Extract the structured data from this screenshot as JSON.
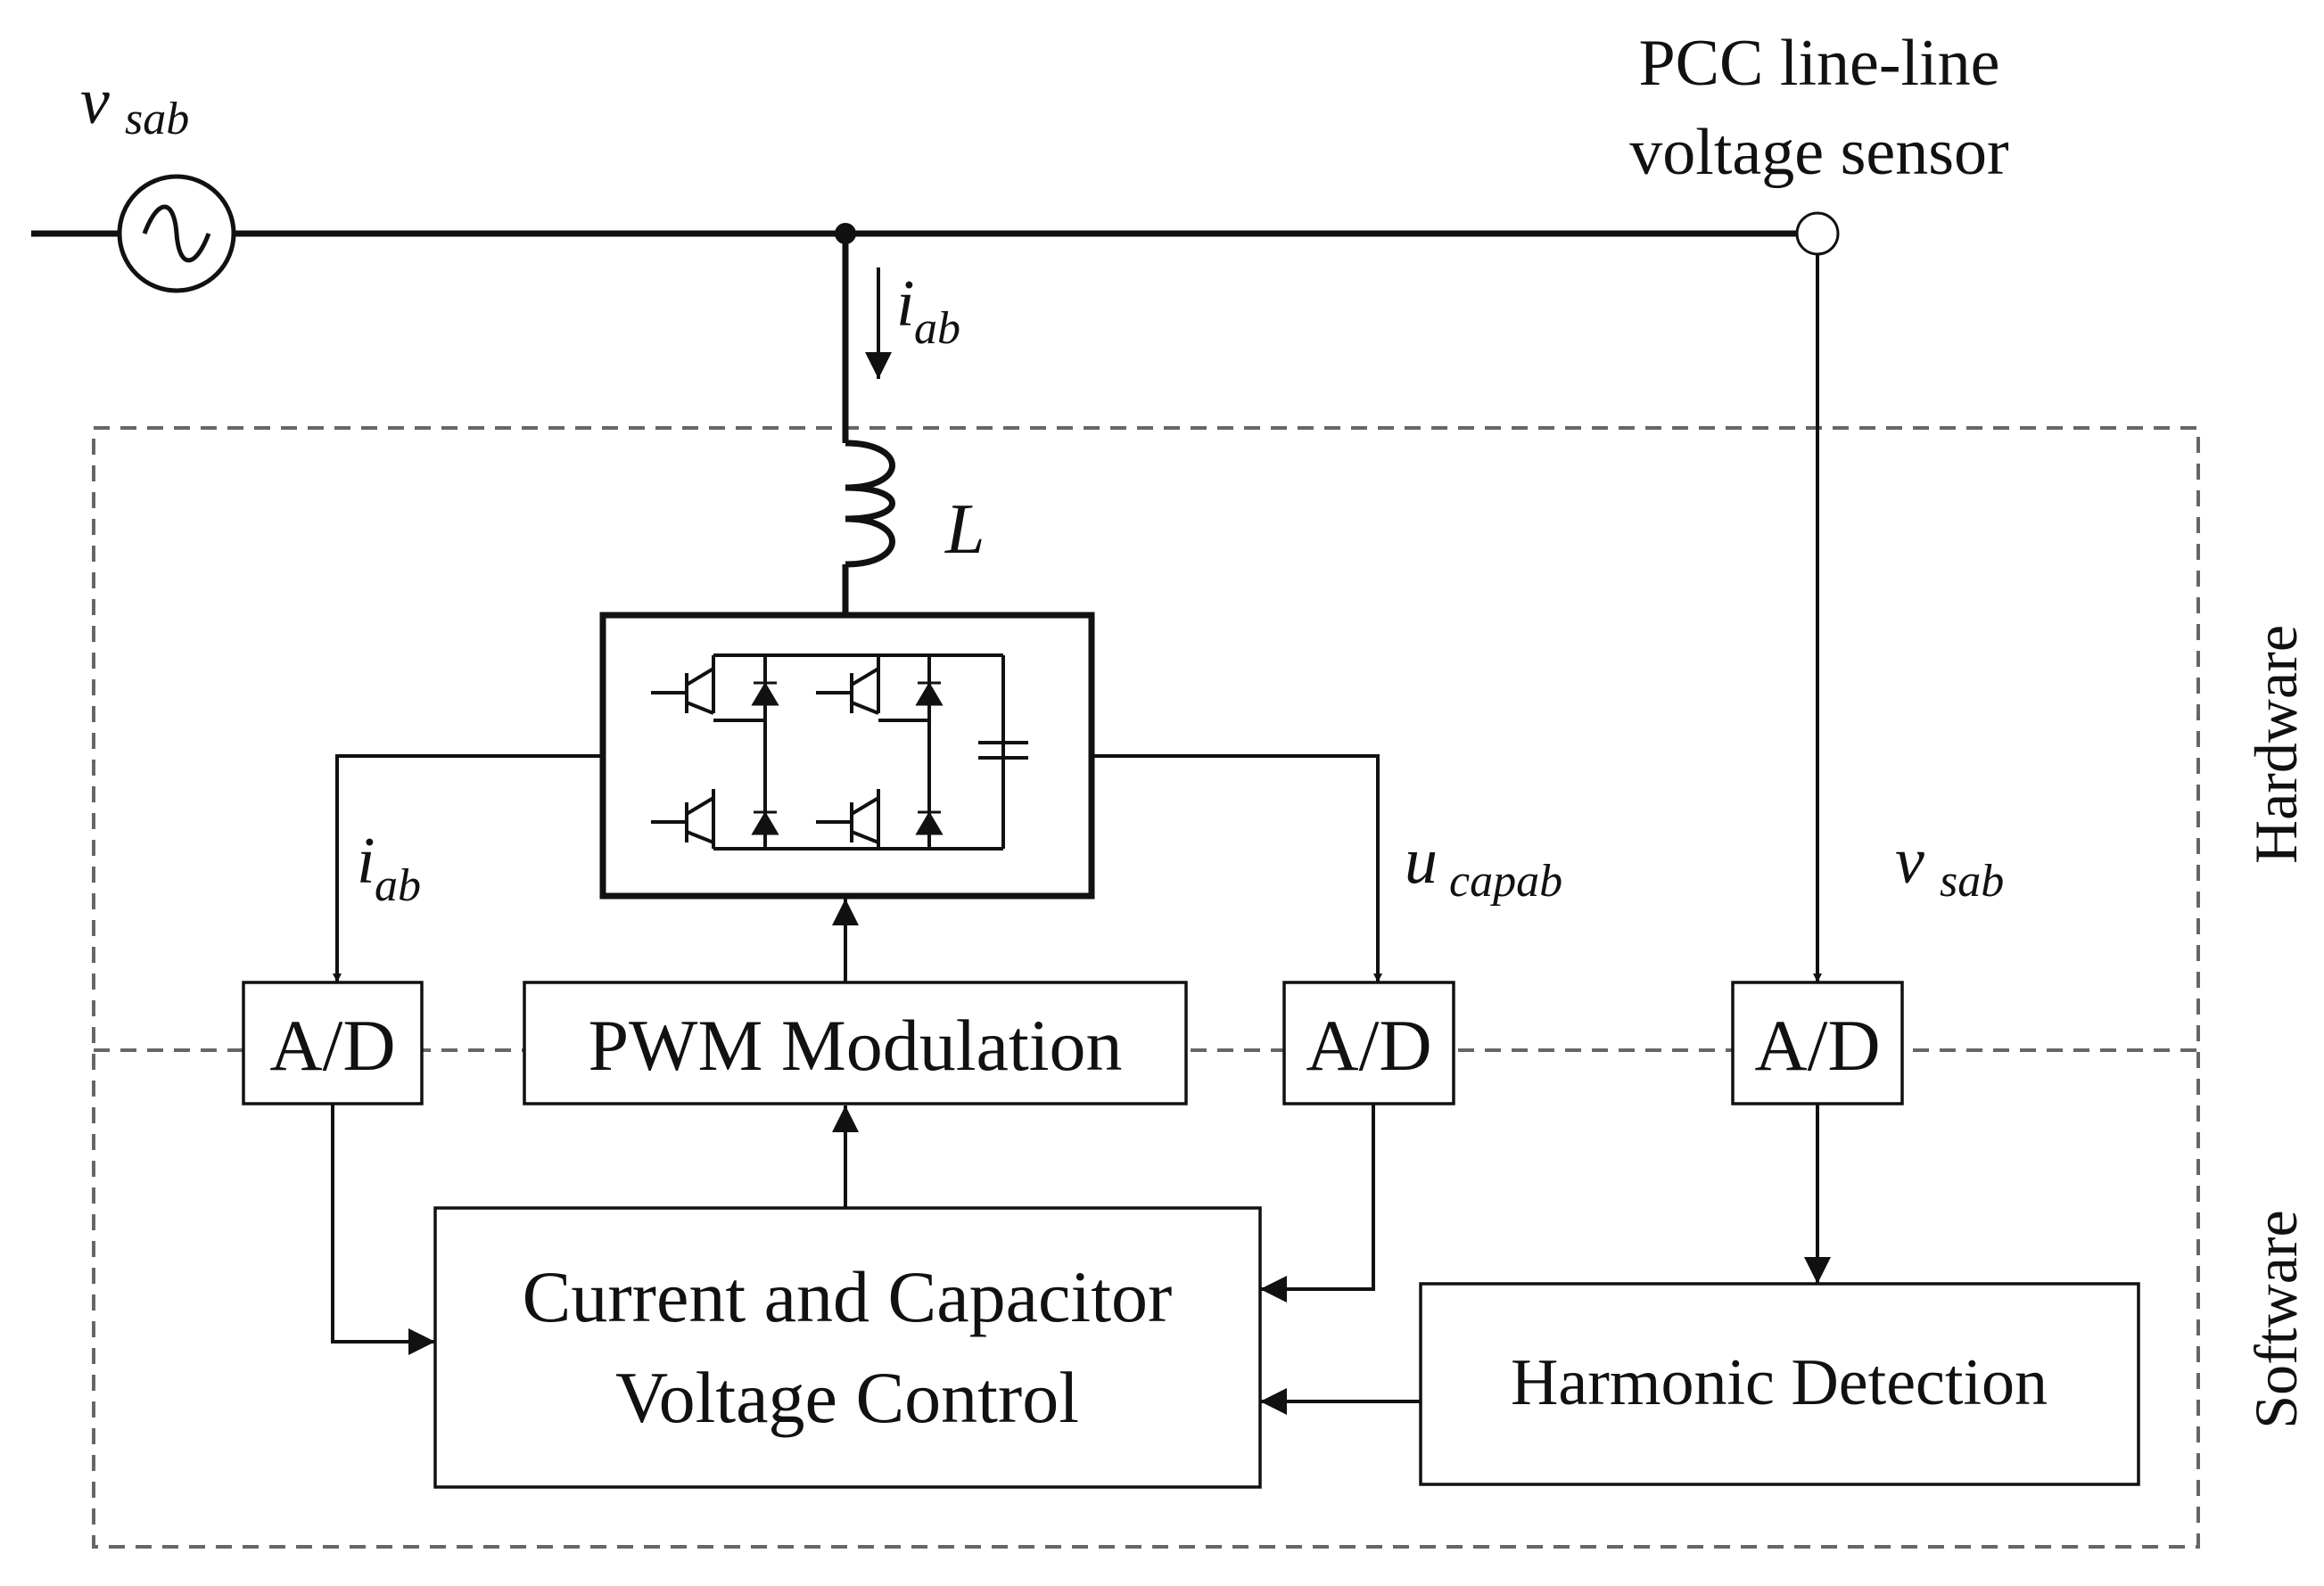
{
  "labels": {
    "source_v": "v",
    "source_v_sub": "sab",
    "sensor_line1": "PCC line-line",
    "sensor_line2": "voltage sensor",
    "i_main": "i",
    "i_main_sub": "ab",
    "inductor": "L",
    "i_feedback": "i",
    "i_feedback_sub": "ab",
    "u_cap": "u",
    "u_cap_sub": "capab",
    "v_sensed": "v",
    "v_sensed_sub": "sab"
  },
  "blocks": {
    "ad_1": "A/D",
    "pwm": "PWM Modulation",
    "ad_2": "A/D",
    "ad_3": "A/D",
    "control_line1": "Current and  Capacitor",
    "control_line2": "Voltage Control",
    "harmonic": "Harmonic Detection"
  },
  "regions": {
    "hardware": "Hardware",
    "software": "Software"
  }
}
